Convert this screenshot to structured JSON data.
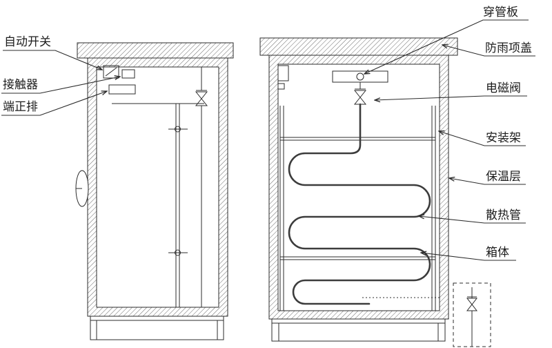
{
  "figure": {
    "background": "#ffffff",
    "line_color": "#2b2b2b",
    "pipe_color": "#3c3c3c"
  },
  "labels": {
    "auto_switch": "自动开关",
    "contactor": "接触器",
    "terminal_block": "端正排",
    "pipe_plate": "穿管板",
    "rain_cover": "防雨项盖",
    "solenoid_valve": "电磁阀",
    "mounting_frame": "安装架",
    "insulation_layer": "保温层",
    "radiator_pipe": "散热管",
    "cabinet_body": "箱体"
  }
}
